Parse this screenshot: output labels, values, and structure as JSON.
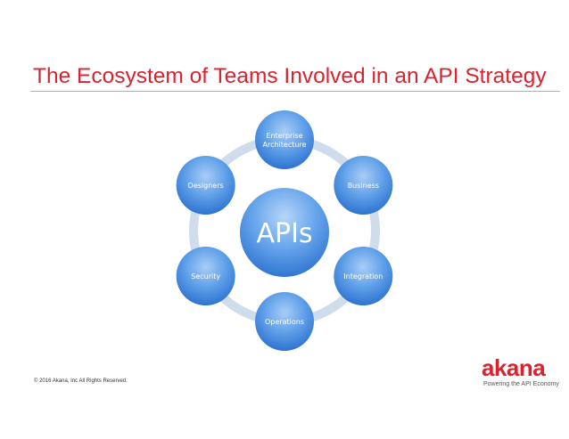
{
  "slide": {
    "title": "The Ecosystem of Teams Involved in an API Strategy",
    "footer": "© 2016  Akana,   Inc All Rights Reserved."
  },
  "diagram": {
    "center": "APIs",
    "nodes": [
      {
        "lines": [
          "Enterprise",
          "Architecture"
        ]
      },
      {
        "lines": [
          "Business"
        ]
      },
      {
        "lines": [
          "Integration"
        ]
      },
      {
        "lines": [
          "Operations"
        ]
      },
      {
        "lines": [
          "Security"
        ]
      },
      {
        "lines": [
          "Designers"
        ]
      }
    ]
  },
  "brand": {
    "logo_text": "akana",
    "tagline": "Powering the API Economy"
  },
  "colors": {
    "title_red": "#d9232e",
    "node_blue": "#4a90e2",
    "ring": "#cfdcec"
  }
}
